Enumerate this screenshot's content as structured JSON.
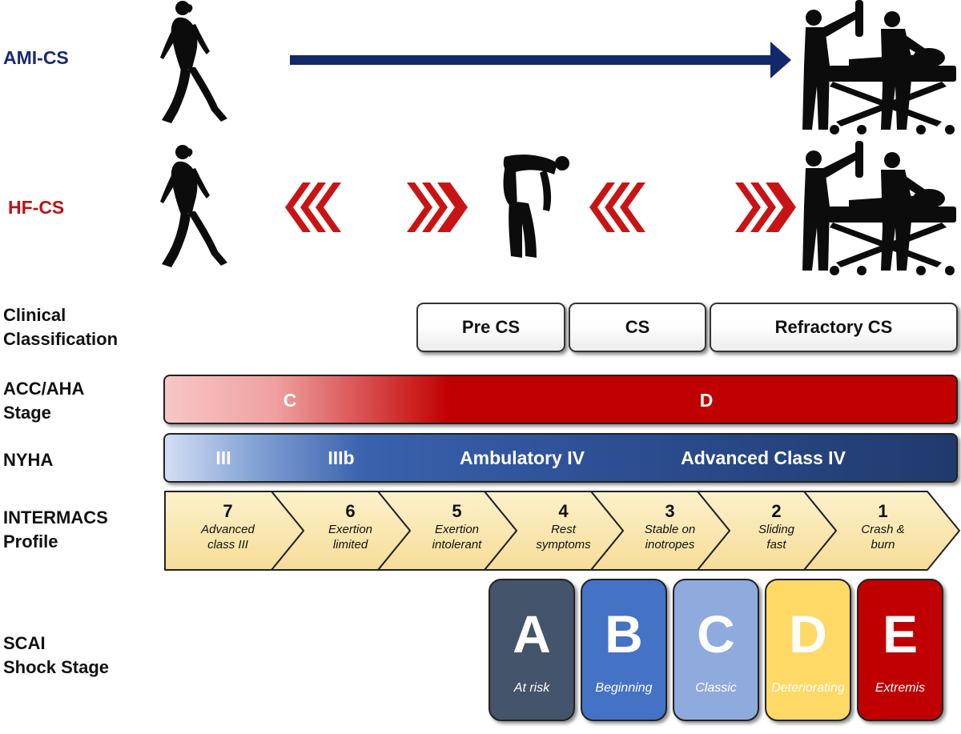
{
  "rows": {
    "ami": "AMI-CS",
    "hf": "HF-CS",
    "clinical": [
      "Clinical",
      "Classification"
    ],
    "acc": [
      "ACC/AHA",
      "Stage"
    ],
    "nyha": "NYHA",
    "intermacs": [
      "INTERMACS",
      "Profile"
    ],
    "scai": [
      "SCAI",
      "Shock Stage"
    ]
  },
  "clinical_boxes": [
    "Pre CS",
    "CS",
    "Refractory CS"
  ],
  "acc_stages": [
    "C",
    "D"
  ],
  "nyha_classes": [
    "III",
    "IIIb",
    "Ambulatory IV",
    "Advanced Class IV"
  ],
  "intermacs_profiles": [
    {
      "num": "7",
      "desc": [
        "Advanced",
        "class III"
      ]
    },
    {
      "num": "6",
      "desc": [
        "Exertion",
        "limited"
      ]
    },
    {
      "num": "5",
      "desc": [
        "Exertion",
        "intolerant"
      ]
    },
    {
      "num": "4",
      "desc": [
        "Rest",
        "symptoms"
      ]
    },
    {
      "num": "3",
      "desc": [
        "Stable on",
        "inotropes"
      ]
    },
    {
      "num": "2",
      "desc": [
        "Sliding",
        "fast"
      ]
    },
    {
      "num": "1",
      "desc": [
        "Crash &",
        "burn"
      ]
    }
  ],
  "scai_stages": [
    {
      "letter": "A",
      "desc": "At risk",
      "color": "#44546a"
    },
    {
      "letter": "B",
      "desc": "Beginning",
      "color": "#4472c4"
    },
    {
      "letter": "C",
      "desc": "Classic",
      "color": "#8faadc"
    },
    {
      "letter": "D",
      "desc": "Deteriorating",
      "color": "#ffd966"
    },
    {
      "letter": "E",
      "desc": "Extremis",
      "color": "#c00000"
    }
  ],
  "colors": {
    "ami_arrow": "#13286b",
    "hf_chevron": "#c81414",
    "intermacs_fill": "#fbe8b0",
    "silhouette": "#0c0c0c"
  }
}
